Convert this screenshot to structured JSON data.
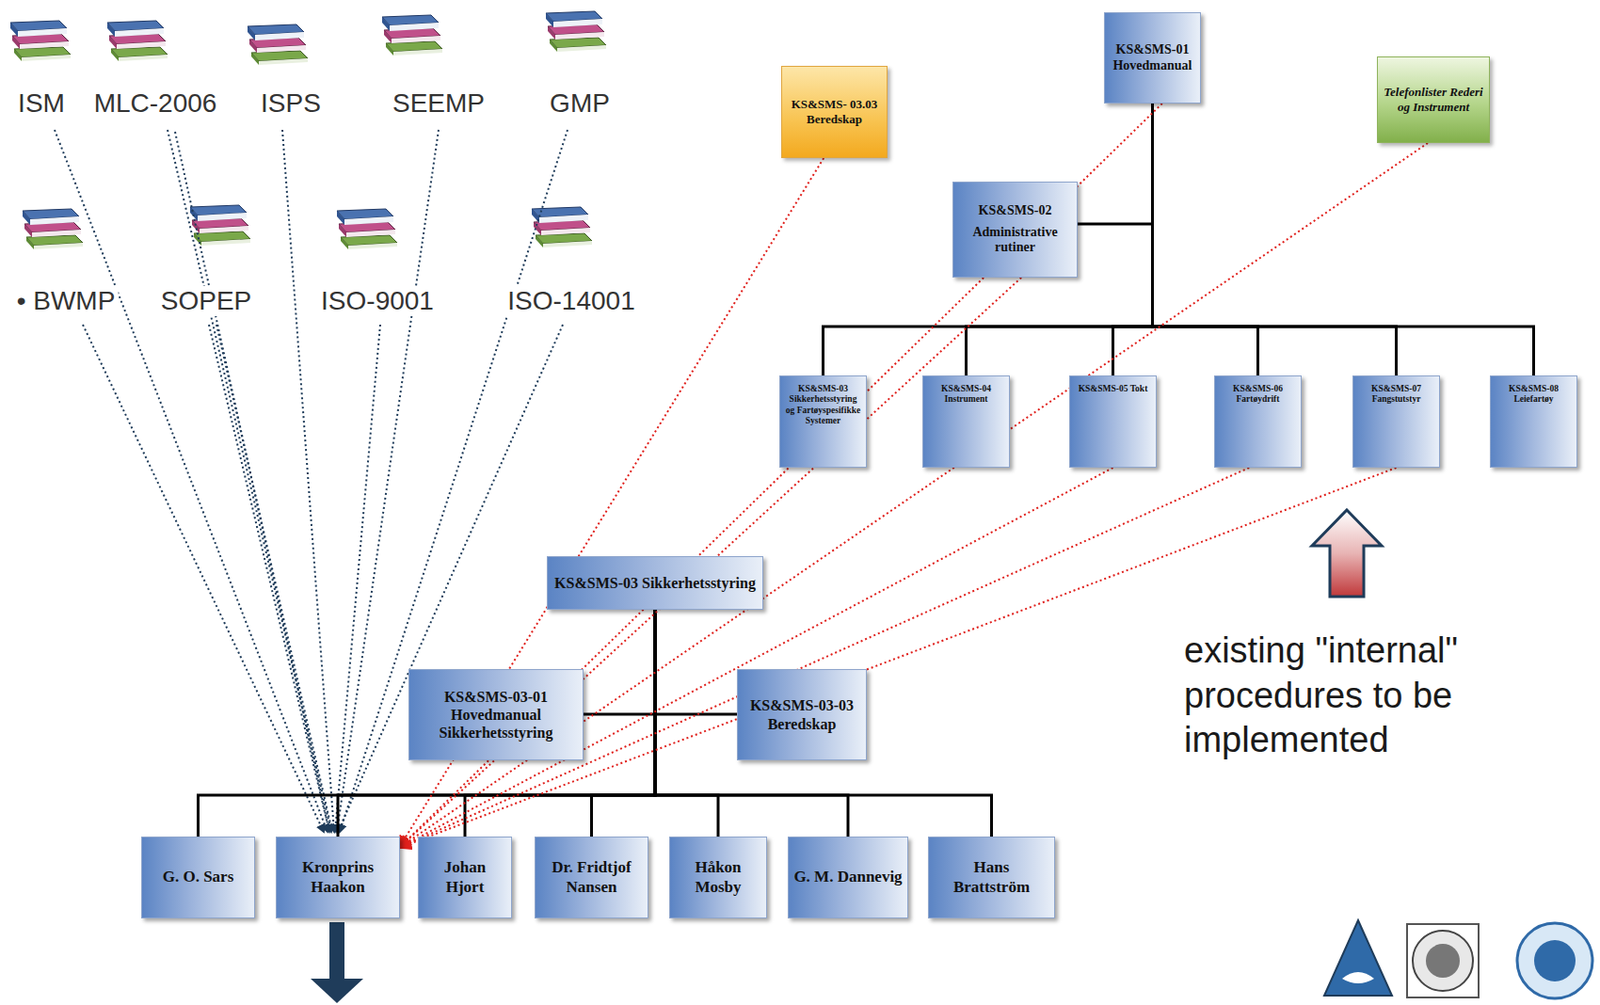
{
  "diagram": {
    "nodes": [
      {
        "text": [
          "KS&SMS-01 Hovedmanual"
        ]
      },
      {
        "text": [
          "KS&SMS- 03.03 Beredskap"
        ]
      },
      {
        "text": [
          "Telefonlister Rederi og Instrument"
        ]
      },
      {
        "text": [
          "KS&SMS-02",
          "Administrative rutiner"
        ]
      },
      {
        "text": [
          "KS&SMS-03 Sikkerhetsstyring og Fartøyspesifikke Systemer"
        ]
      },
      {
        "text": [
          "KS&SMS-04 Instrument"
        ]
      },
      {
        "text": [
          "KS&SMS-05 Tokt"
        ]
      },
      {
        "text": [
          "KS&SMS-06 Fartøydrift"
        ]
      },
      {
        "text": [
          "KS&SMS-07 Fangstutstyr"
        ]
      },
      {
        "text": [
          "KS&SMS-08 Leiefartøy"
        ]
      },
      {
        "text": [
          "KS&SMS-03 Sikkerhetsstyring"
        ]
      },
      {
        "text": [
          "KS&SMS-03-01 Hovedmanual Sikkerhetsstyring"
        ]
      },
      {
        "text": [
          "KS&SMS-03-03 Beredskap"
        ]
      },
      {
        "text": [
          "G. O. Sars"
        ]
      },
      {
        "text": [
          "Kronprins Haakon"
        ]
      },
      {
        "text": [
          "Johan Hjort"
        ]
      },
      {
        "text": [
          "Dr. Fridtjof Nansen"
        ]
      },
      {
        "text": [
          "Håkon Mosby"
        ]
      },
      {
        "text": [
          "G. M. Dannevig"
        ]
      },
      {
        "text": [
          "Hans Brattström"
        ]
      }
    ],
    "edges": [
      {
        "from": 0,
        "to": 3,
        "arrow": "none"
      },
      {
        "from": 0,
        "to": 4,
        "arrow": "none"
      },
      {
        "from": 0,
        "to": 5,
        "arrow": "none"
      },
      {
        "from": 0,
        "to": 6,
        "arrow": "none"
      },
      {
        "from": 0,
        "to": 7,
        "arrow": "none"
      },
      {
        "from": 0,
        "to": 8,
        "arrow": "none"
      },
      {
        "from": 0,
        "to": 9,
        "arrow": "none"
      },
      {
        "from": 10,
        "to": 11,
        "arrow": "none"
      },
      {
        "from": 10,
        "to": 12,
        "arrow": "none"
      },
      {
        "from": 10,
        "to": 13,
        "arrow": "none"
      },
      {
        "from": 10,
        "to": 14,
        "arrow": "none"
      },
      {
        "from": 10,
        "to": 15,
        "arrow": "none"
      },
      {
        "from": 10,
        "to": 16,
        "arrow": "none"
      },
      {
        "from": 10,
        "to": 17,
        "arrow": "none"
      },
      {
        "from": 10,
        "to": 18,
        "arrow": "none"
      },
      {
        "from": 10,
        "to": 19,
        "arrow": "none"
      },
      {
        "from": 1,
        "to": 14,
        "arrow": "to"
      },
      {
        "from": 0,
        "to": 14,
        "arrow": "to"
      },
      {
        "from": 3,
        "to": 14,
        "arrow": "to"
      },
      {
        "from": 2,
        "to": 14,
        "arrow": "to"
      },
      {
        "from": 6,
        "to": 14,
        "arrow": "to"
      },
      {
        "from": 7,
        "to": 14,
        "arrow": "to"
      },
      {
        "from": 8,
        "to": 14,
        "arrow": "to"
      }
    ],
    "labels": [
      "ISM",
      "MLC-2006",
      "ISPS",
      "SEEMP",
      "GMP",
      "• BWMP",
      "SOPEP",
      "ISO-9001",
      "ISO-14001",
      "existing \"internal\" procedures to be implemented"
    ]
  }
}
